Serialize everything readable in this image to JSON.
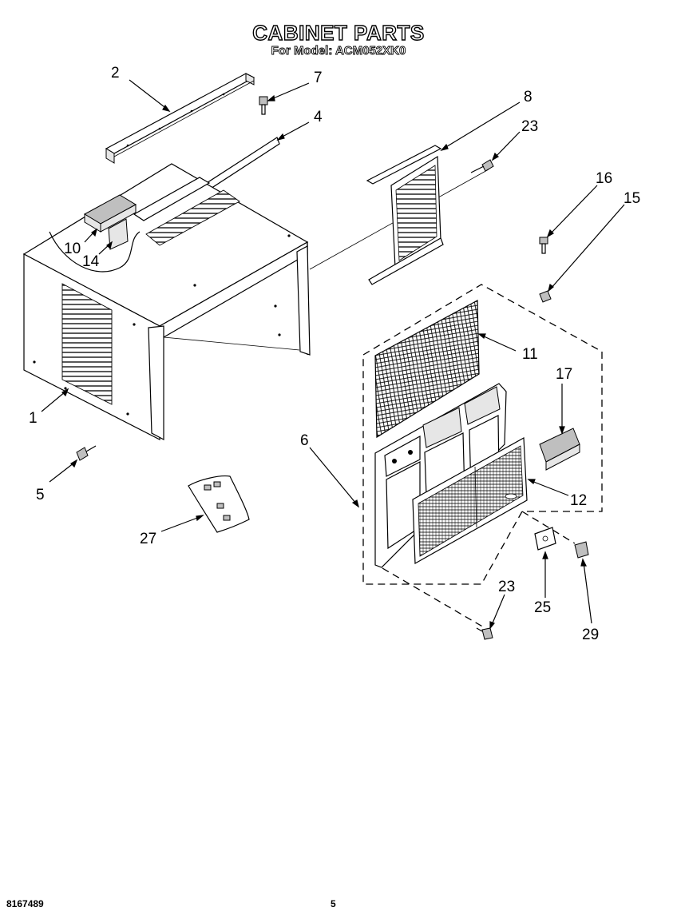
{
  "header": {
    "title": "CABINET PARTS",
    "subtitle": "For Model: ACM052XK0"
  },
  "footer": {
    "document_number": "8167489",
    "page_number": "5"
  },
  "callouts": {
    "c1": "1",
    "c2": "2",
    "c4": "4",
    "c5": "5",
    "c6": "6",
    "c7": "7",
    "c8": "8",
    "c10": "10",
    "c11": "11",
    "c12": "12",
    "c14": "14",
    "c15": "15",
    "c16": "16",
    "c17": "17",
    "c23a": "23",
    "c23b": "23",
    "c25": "25",
    "c27": "27",
    "c29": "29"
  }
}
